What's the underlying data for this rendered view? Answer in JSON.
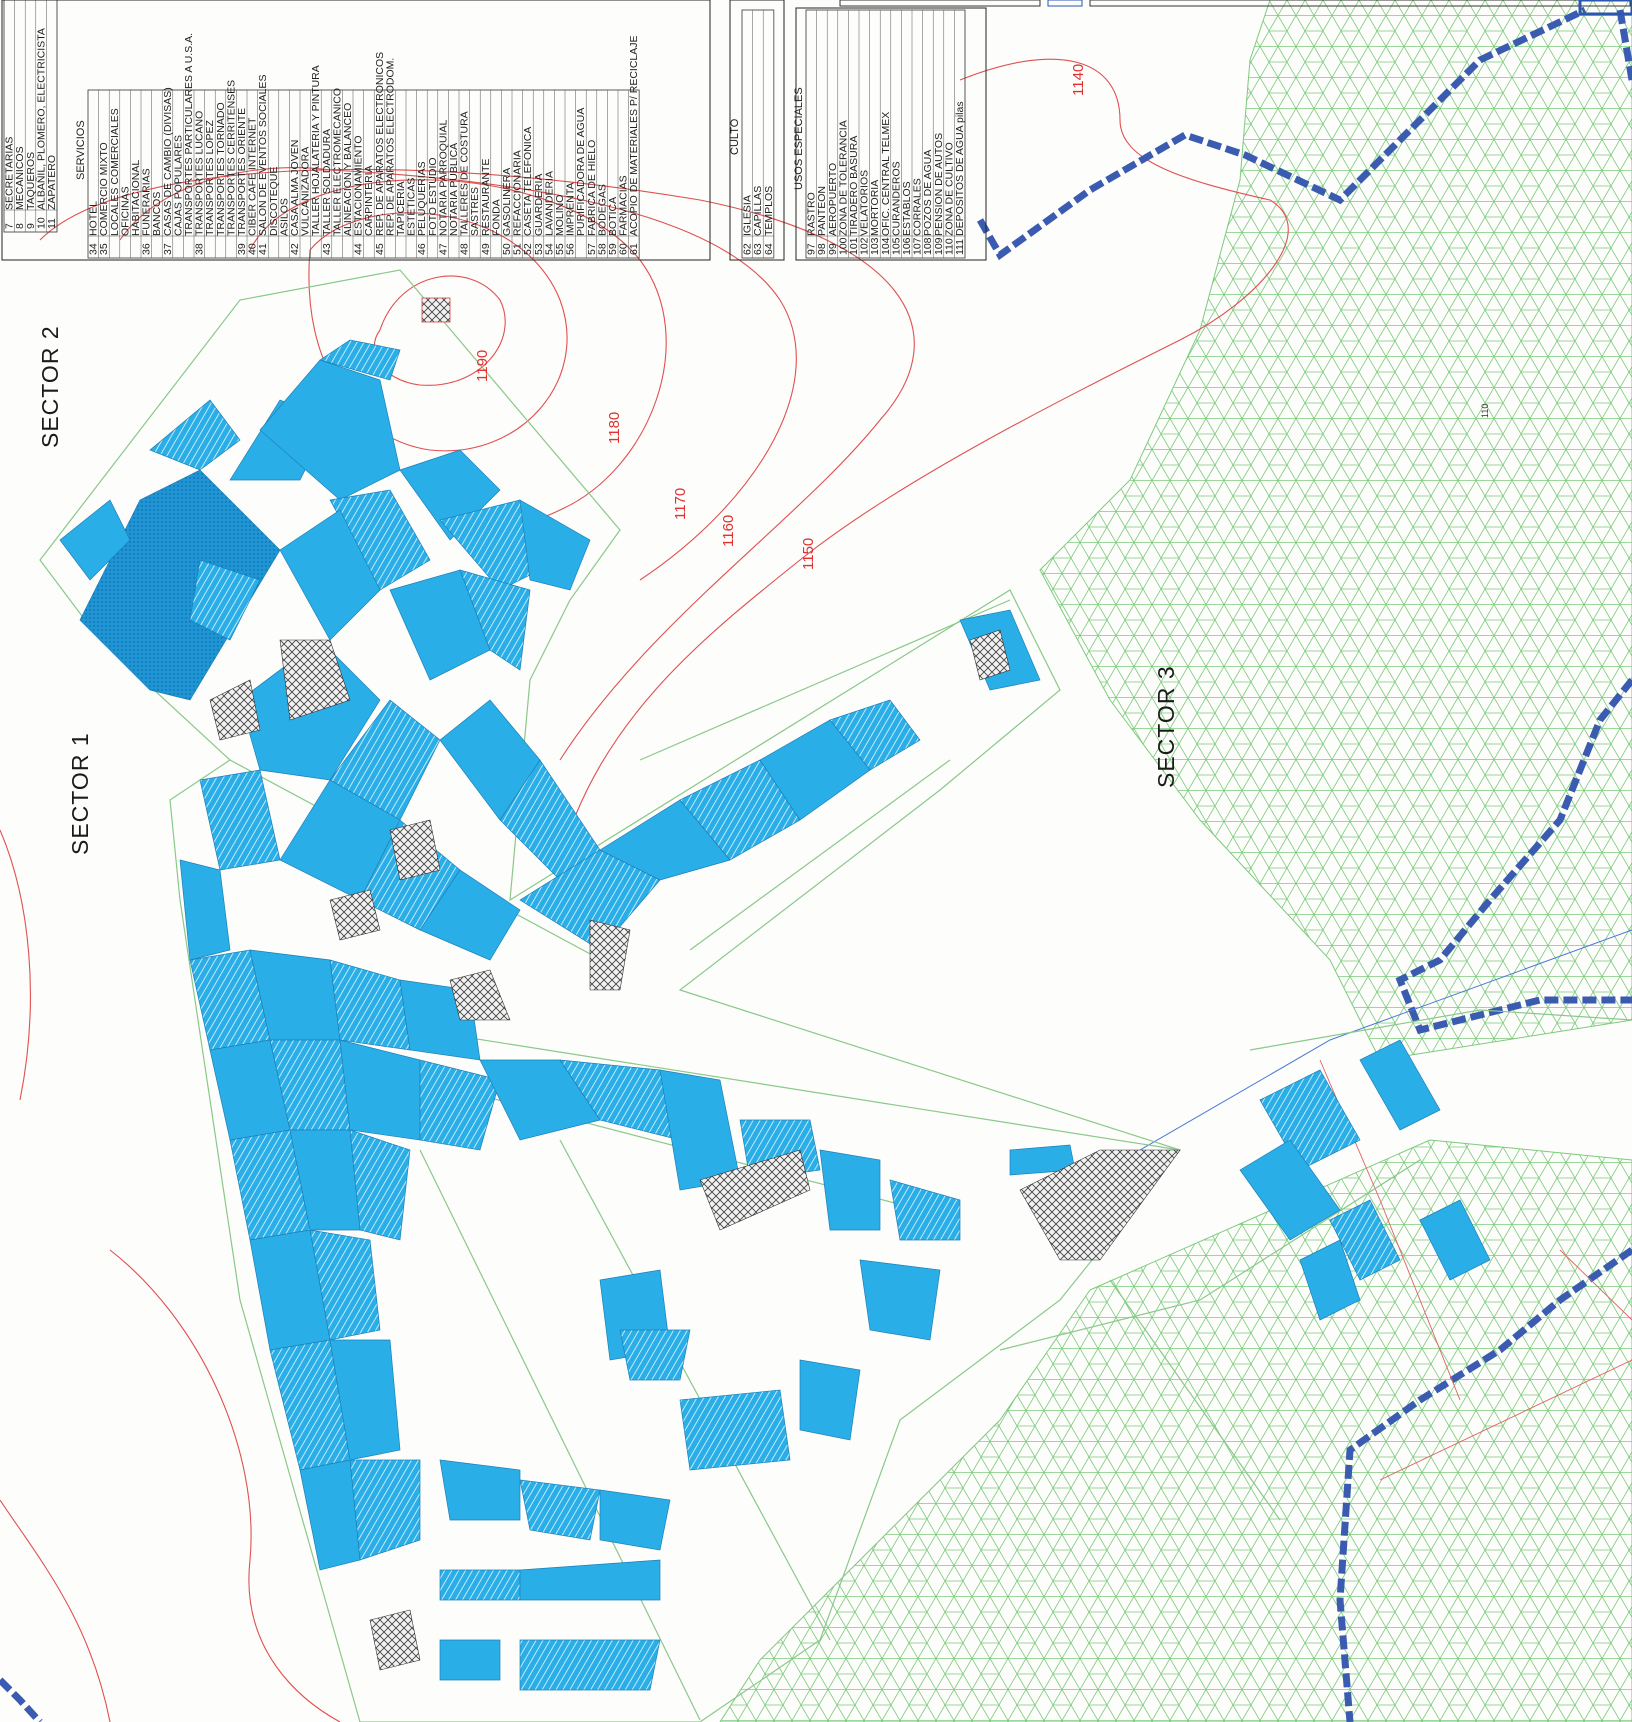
{
  "sectors": {
    "sector1": "SECTOR 1",
    "sector2": "SECTOR 2",
    "sector3": "SECTOR 3"
  },
  "contours": {
    "c1190": "1190",
    "c1180": "1180",
    "c1170": "1170",
    "c1160": "1160",
    "c1150": "1150",
    "c1140": "1140"
  },
  "zone_label_110": "110",
  "legend": {
    "top_rows": [
      {
        "num": "7",
        "text": "SECRETARIAS"
      },
      {
        "num": "8",
        "text": "MECANICOS"
      },
      {
        "num": "9",
        "text": "TAQUEROS"
      },
      {
        "num": "10",
        "text": "ALBAÑIL, PLOMERO, ELECTRICISTA"
      },
      {
        "num": "11",
        "text": "ZAPATERO"
      }
    ],
    "servicios_title": "SERVICIOS",
    "servicios": [
      {
        "num": "34",
        "text": "HOTEL"
      },
      {
        "num": "35",
        "text": "COMERCIO MIXTO"
      },
      {
        "num": "",
        "text": "LOCALES COMERCIALES"
      },
      {
        "num": "",
        "text": "OFICINAS"
      },
      {
        "num": "",
        "text": "HABITACIONAL"
      },
      {
        "num": "36",
        "text": "FUNERARIAS"
      },
      {
        "num": "",
        "text": "BANCOS"
      },
      {
        "num": "37",
        "text": "CASAS DE CAMBIO (DIVISAS)"
      },
      {
        "num": "",
        "text": "CAJAS POPULARES"
      },
      {
        "num": "",
        "text": "TRANSPORTES PARTICULARES A U.S.A."
      },
      {
        "num": "38",
        "text": "TRANSPORTES LUCANO"
      },
      {
        "num": "",
        "text": "TRANSPORTES LOPEZ"
      },
      {
        "num": "",
        "text": "TRANSPORTES TORNADO"
      },
      {
        "num": "",
        "text": "TRANSPORTES CERRITENSES"
      },
      {
        "num": "39",
        "text": "TRANSPORTES ORIENTE"
      },
      {
        "num": "40",
        "text": "CIBER CAFE INTERNET"
      },
      {
        "num": "41",
        "text": "SALON DE EVENTOS SOCIALES"
      },
      {
        "num": "",
        "text": "DISCOTEQUE"
      },
      {
        "num": "",
        "text": "ASILOS"
      },
      {
        "num": "42",
        "text": "CASA ALMA JOVEN"
      },
      {
        "num": "",
        "text": "VULCANIZADORA"
      },
      {
        "num": "",
        "text": "TALLER HOJALATERIA Y PINTURA"
      },
      {
        "num": "43",
        "text": "TALLER SOLDADURA"
      },
      {
        "num": "",
        "text": "TALLER ELECTROMECANICO"
      },
      {
        "num": "",
        "text": "ALINEACION Y BALANCEO"
      },
      {
        "num": "44",
        "text": "ESTACIONAMIENTO"
      },
      {
        "num": "",
        "text": "CARPINTERIA"
      },
      {
        "num": "45",
        "text": "REP. DE APARATOS ELECTRONICOS"
      },
      {
        "num": "",
        "text": "REP. DE APARATOS ELECTRODOM."
      },
      {
        "num": "",
        "text": "TAPICERIA"
      },
      {
        "num": "",
        "text": "ESTETICAS"
      },
      {
        "num": "46",
        "text": "PELUQUERIAS"
      },
      {
        "num": "",
        "text": "FOTO ESTUDIO"
      },
      {
        "num": "47",
        "text": "NOTARIA PARROQUIAL"
      },
      {
        "num": "",
        "text": "NOTARIA PUBLICA"
      },
      {
        "num": "48",
        "text": "TALLERES DE COSTURA"
      },
      {
        "num": "",
        "text": "SASTRES"
      },
      {
        "num": "49",
        "text": "RESTAURANTE"
      },
      {
        "num": "",
        "text": "FONDA"
      },
      {
        "num": "50",
        "text": "GASOLINERA"
      },
      {
        "num": "51",
        "text": "REFACCIONARIA"
      },
      {
        "num": "52",
        "text": "CASETA TELEFONICA"
      },
      {
        "num": "53",
        "text": "GUARDERIA"
      },
      {
        "num": "54",
        "text": "LAVANDERIA"
      },
      {
        "num": "55",
        "text": "MOLINO"
      },
      {
        "num": "56",
        "text": "IMPRENTA"
      },
      {
        "num": "",
        "text": "PURIFICADORA DE AGUA"
      },
      {
        "num": "57",
        "text": "FABRICA DE HIELO"
      },
      {
        "num": "58",
        "text": "BODEGAS"
      },
      {
        "num": "59",
        "text": "BOTICA"
      },
      {
        "num": "60",
        "text": "FARMACIAS"
      },
      {
        "num": "61",
        "text": "ACOPIO DE MATERIALES P/ RECICLAJE"
      }
    ],
    "culto_title": "CULTO",
    "culto": [
      {
        "num": "62",
        "text": "IGLESIA"
      },
      {
        "num": "63",
        "text": "CAPILLAS"
      },
      {
        "num": "64",
        "text": "TEMPLOS"
      }
    ],
    "usos_title": "USOS ESPECIALES",
    "usos": [
      {
        "num": "97",
        "text": "RASTRO"
      },
      {
        "num": "98",
        "text": "PANTEON"
      },
      {
        "num": "99",
        "text": "AEROPUERTO"
      },
      {
        "num": "100",
        "text": "ZONA DE TOLERANCIA"
      },
      {
        "num": "101",
        "text": "TIRADERO BASURA"
      },
      {
        "num": "102",
        "text": "VELATORIOS"
      },
      {
        "num": "103",
        "text": "MORTORIA"
      },
      {
        "num": "104",
        "text": "OFIC. CENTRAL TELMEX"
      },
      {
        "num": "105",
        "text": "CURANDEROS"
      },
      {
        "num": "106",
        "text": "ESTABLOS"
      },
      {
        "num": "107",
        "text": "CORRALES"
      },
      {
        "num": "108",
        "text": "POZOS DE AGUA"
      },
      {
        "num": "109",
        "text": "PENSION DE AUTOS"
      },
      {
        "num": "110",
        "text": "ZONA DE CULTIVO"
      },
      {
        "num": "111",
        "text": "DEPOSITOS DE AGUA  pilas"
      }
    ]
  },
  "colors": {
    "parcel": "#2aaee8",
    "parcel_stroke": "#1d80b8",
    "hatch_zone": "#6bbf6b",
    "contour": "#e04040",
    "boundary": "#3a5bb0",
    "block_outline": "#7fbf7f"
  }
}
